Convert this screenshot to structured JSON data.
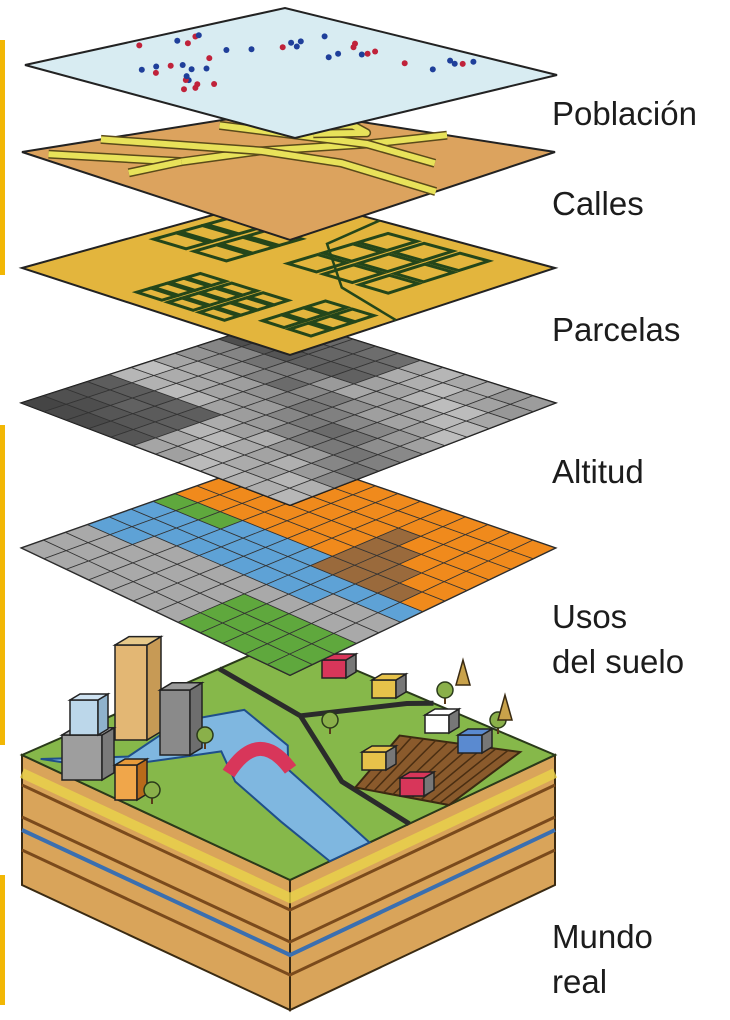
{
  "layers": [
    {
      "id": "poblacion",
      "label": "Población"
    },
    {
      "id": "calles",
      "label": "Calles"
    },
    {
      "id": "parcelas",
      "label": "Parcelas"
    },
    {
      "id": "altitud",
      "label": "Altitud"
    },
    {
      "id": "usos",
      "label_line1": "Usos",
      "label_line2": "del suelo"
    },
    {
      "id": "mundo",
      "label_line1": "Mundo",
      "label_line2": "real"
    }
  ],
  "colors": {
    "poblacion_fill": "#d8ecf2",
    "dot_blue": "#1f3f9a",
    "dot_red": "#c0223a",
    "calles_fill": "#dca35e",
    "street": "#e8e25a",
    "parcelas_fill": "#e3b53d",
    "parcel_line": "#24461a",
    "altitud_dark": "#2b2b2b",
    "altitud_light": "#c8c8c8",
    "usos_green": "#5fa83d",
    "usos_blue": "#5ea2d6",
    "usos_gray": "#a9a9a9",
    "usos_orange": "#f08a1c",
    "usos_brown": "#9a6a3c",
    "ground_green": "#86b84a",
    "soil": "#d9a45a",
    "river": "#7fb7e0",
    "bridge": "#d8365a",
    "left_edge_accent": "#f2b705"
  }
}
